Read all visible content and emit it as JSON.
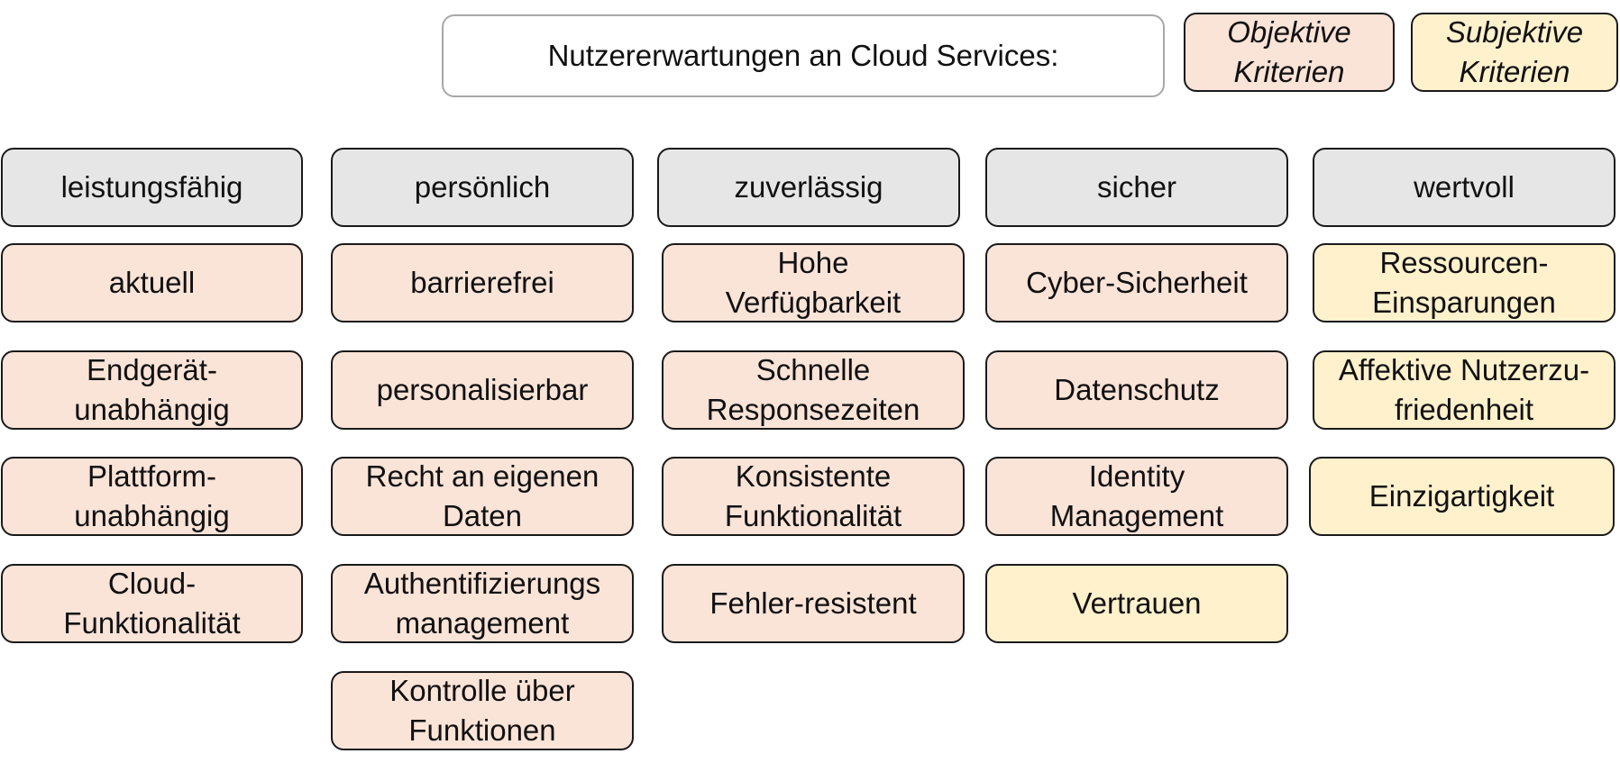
{
  "title": "Nutzererwartungen an Cloud Services:",
  "legend": {
    "objective": "Objektive\nKriterien",
    "subjective": "Subjektive\nKriterien"
  },
  "colors": {
    "category": "#e6e6e6",
    "objective": "#fae3d7",
    "subjective": "#fff1cc"
  },
  "columns": [
    {
      "header": "leistungsfähig",
      "items": [
        {
          "label": "aktuell",
          "type": "objective"
        },
        {
          "label": "Endgerät-\nunabhängig",
          "type": "objective"
        },
        {
          "label": "Plattform-\nunabhängig",
          "type": "objective"
        },
        {
          "label": "Cloud-\nFunktionalität",
          "type": "objective"
        }
      ]
    },
    {
      "header": "persönlich",
      "items": [
        {
          "label": "barrierefrei",
          "type": "objective"
        },
        {
          "label": "personalisierbar",
          "type": "objective"
        },
        {
          "label": "Recht an eigenen\nDaten",
          "type": "objective"
        },
        {
          "label": "Authentifizierungs\nmanagement",
          "type": "objective"
        },
        {
          "label": "Kontrolle über\nFunktionen",
          "type": "objective"
        }
      ]
    },
    {
      "header": "zuverlässig",
      "items": [
        {
          "label": "Hohe\nVerfügbarkeit",
          "type": "objective"
        },
        {
          "label": "Schnelle\nResponsezeiten",
          "type": "objective"
        },
        {
          "label": "Konsistente\nFunktionalität",
          "type": "objective"
        },
        {
          "label": "Fehler-resistent",
          "type": "objective"
        }
      ]
    },
    {
      "header": "sicher",
      "items": [
        {
          "label": "Cyber-Sicherheit",
          "type": "objective"
        },
        {
          "label": "Datenschutz",
          "type": "objective"
        },
        {
          "label": "Identity\nManagement",
          "type": "objective"
        },
        {
          "label": "Vertrauen",
          "type": "subjective"
        }
      ]
    },
    {
      "header": "wertvoll",
      "items": [
        {
          "label": "Ressourcen-\nEinsparungen",
          "type": "subjective"
        },
        {
          "label": "Affektive Nutzerzu-\nfriedenheit",
          "type": "subjective"
        },
        {
          "label": "Einzigartigkeit",
          "type": "subjective"
        }
      ]
    }
  ]
}
